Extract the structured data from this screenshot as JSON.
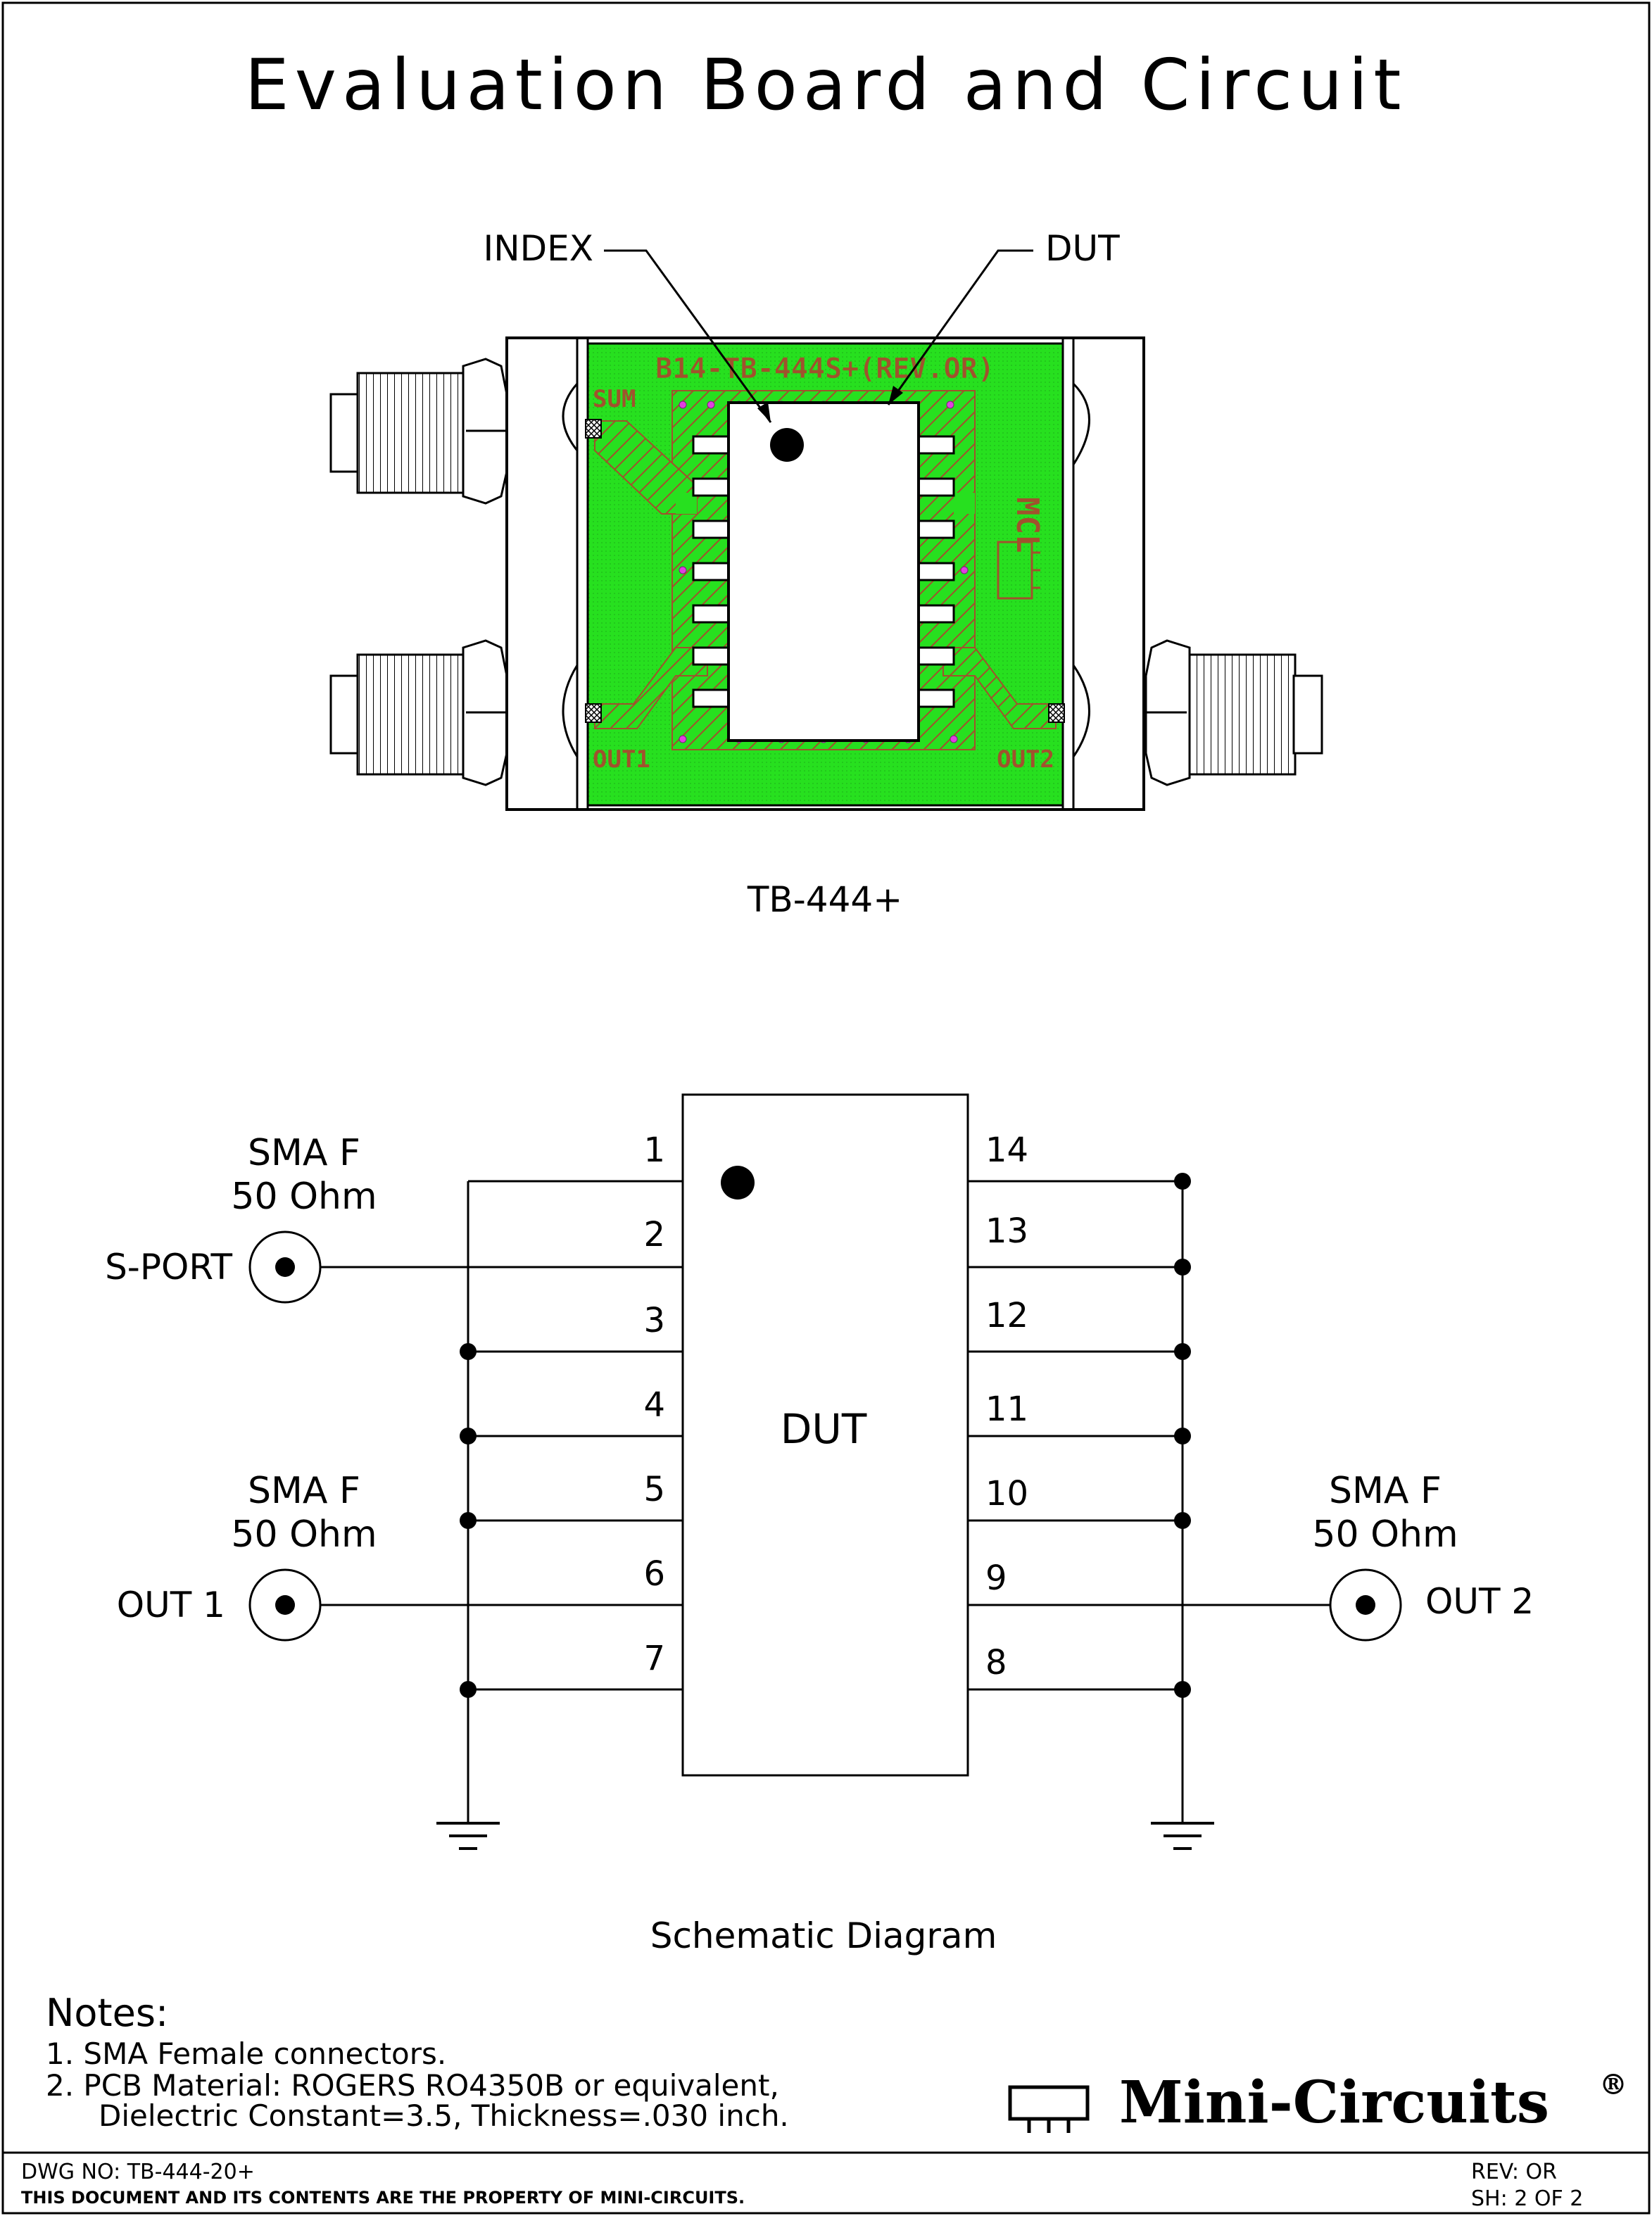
{
  "title": "Evaluation Board and Circuit",
  "board": {
    "callout_index": "INDEX",
    "callout_dut": "DUT",
    "silk_top": "B14-TB-444S+(REV.OR)",
    "silk_sum": "SUM",
    "silk_out1": "OUT1",
    "silk_out2": "OUT2",
    "silk_mcl": "MCL",
    "caption": "TB-444+",
    "colors": {
      "board": "#27e01f",
      "trace": "#a0522d",
      "via": "#e040e0"
    }
  },
  "schematic": {
    "chip_label": "DUT",
    "left_pins": [
      "1",
      "2",
      "3",
      "4",
      "5",
      "6",
      "7"
    ],
    "right_pins": [
      "14",
      "13",
      "12",
      "11",
      "10",
      "9",
      "8"
    ],
    "sport": {
      "connector_type": "SMA F",
      "impedance": "50 Ohm",
      "port_name": "S-PORT"
    },
    "out1": {
      "connector_type": "SMA F",
      "impedance": "50 Ohm",
      "port_name": "OUT 1"
    },
    "out2": {
      "connector_type": "SMA F",
      "impedance": "50 Ohm",
      "port_name": "OUT 2"
    },
    "caption": "Schematic Diagram"
  },
  "notes": {
    "heading": "Notes:",
    "line1": "1. SMA Female connectors.",
    "line2": "2. PCB Material: ROGERS RO4350B or equivalent,",
    "line3": "Dielectric Constant=3.5, Thickness=.030 inch."
  },
  "logo": {
    "name": "Mini-Circuits",
    "mark": "®"
  },
  "footer": {
    "dwg_no": "DWG NO: TB-444-20+",
    "property": "THIS DOCUMENT AND ITS CONTENTS ARE THE PROPERTY OF MINI-CIRCUITS.",
    "rev": "REV: OR",
    "sheet": "SH: 2 OF 2"
  }
}
